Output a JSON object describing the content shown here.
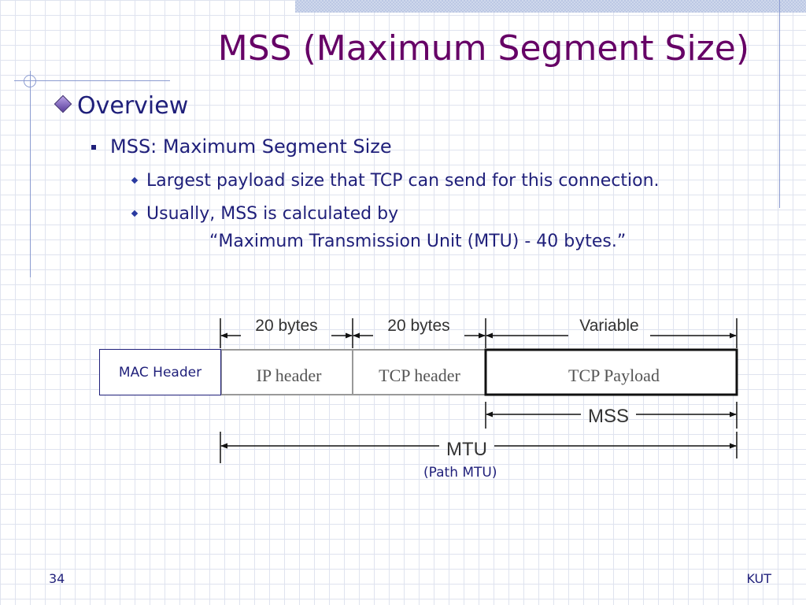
{
  "slide": {
    "title": "MSS (Maximum Segment Size)",
    "bullet1": "Overview",
    "bullet2": "MSS: Maximum Segment Size",
    "bullet3a": "Largest payload size that TCP can send for this connection.",
    "bullet3b": "Usually, MSS is calculated by",
    "formula": "“Maximum Transmission Unit (MTU) - 40 bytes.”",
    "page_number": "34",
    "footer": "KUT"
  },
  "diagram": {
    "mac_header": "MAC Header",
    "ip_header": "IP header",
    "tcp_header": "TCP header",
    "tcp_payload": "TCP Payload",
    "ip_size": "20 bytes",
    "tcp_size": "20 bytes",
    "payload_size": "Variable",
    "mss": "MSS",
    "mtu": "MTU",
    "path_mtu": "(Path MTU)"
  },
  "colors": {
    "title": "#660066",
    "text": "#1f1f7a",
    "decoration": "#8b9bd0",
    "header_text": "#555555"
  }
}
